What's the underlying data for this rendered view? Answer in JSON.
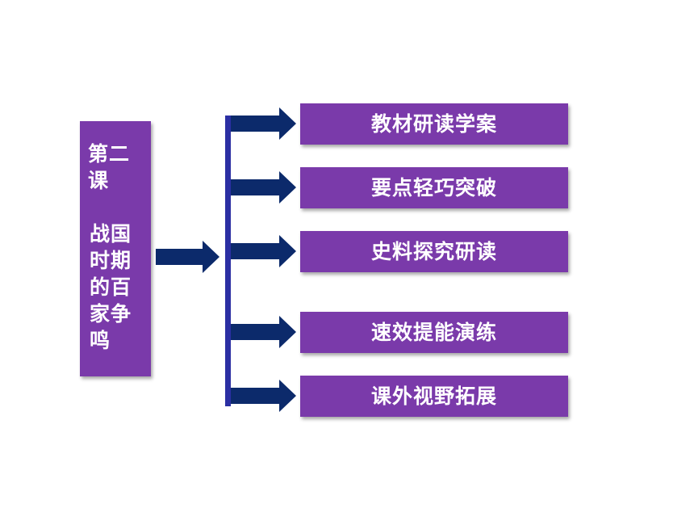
{
  "lesson": {
    "number_label": "第二课",
    "title": "战国时期的百家争鸣"
  },
  "menu": {
    "items": [
      {
        "label": "教材研读学案"
      },
      {
        "label": "要点轻巧突破"
      },
      {
        "label": "史料探究研读"
      },
      {
        "label": "速效提能演练"
      },
      {
        "label": "课外视野拓展"
      }
    ]
  },
  "colors": {
    "box_fill": "#7a3aaa",
    "arrow_fill": "#0c2a6b",
    "bracket_line": "#2b2fa3",
    "text": "#ffffff"
  }
}
